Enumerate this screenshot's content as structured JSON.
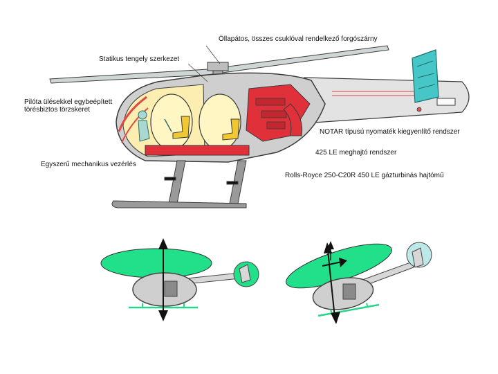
{
  "labels": {
    "rotor": "Öllapátos, összes csuklóval rendelkező forgószárny",
    "static_shaft": "Statikus tengely szerkezet",
    "pilot_seat_1": "Pilóta ülésekkel egybeépített",
    "pilot_seat_2": "törésbiztos törzskeret",
    "notar": "NOTAR típusú nyomaték kiegyenlítő rendszer",
    "drive": "425 LE meghajtó rendszer",
    "mechanical": "Egyszerű mechanikus vezérlés",
    "engine": "Rolls-Royce 250-C20R 450 LE gázturbinás hajtómű"
  },
  "colors": {
    "rotor_disc": "#22e08a",
    "fuselage": "#cfcfcf",
    "outline": "#3a3a3a",
    "tail_fin": "#46c6c6",
    "engine": "#e0303a",
    "seat": "#f2c830",
    "cockpit": "#fbeeb0",
    "skid": "#9a9a9a"
  }
}
